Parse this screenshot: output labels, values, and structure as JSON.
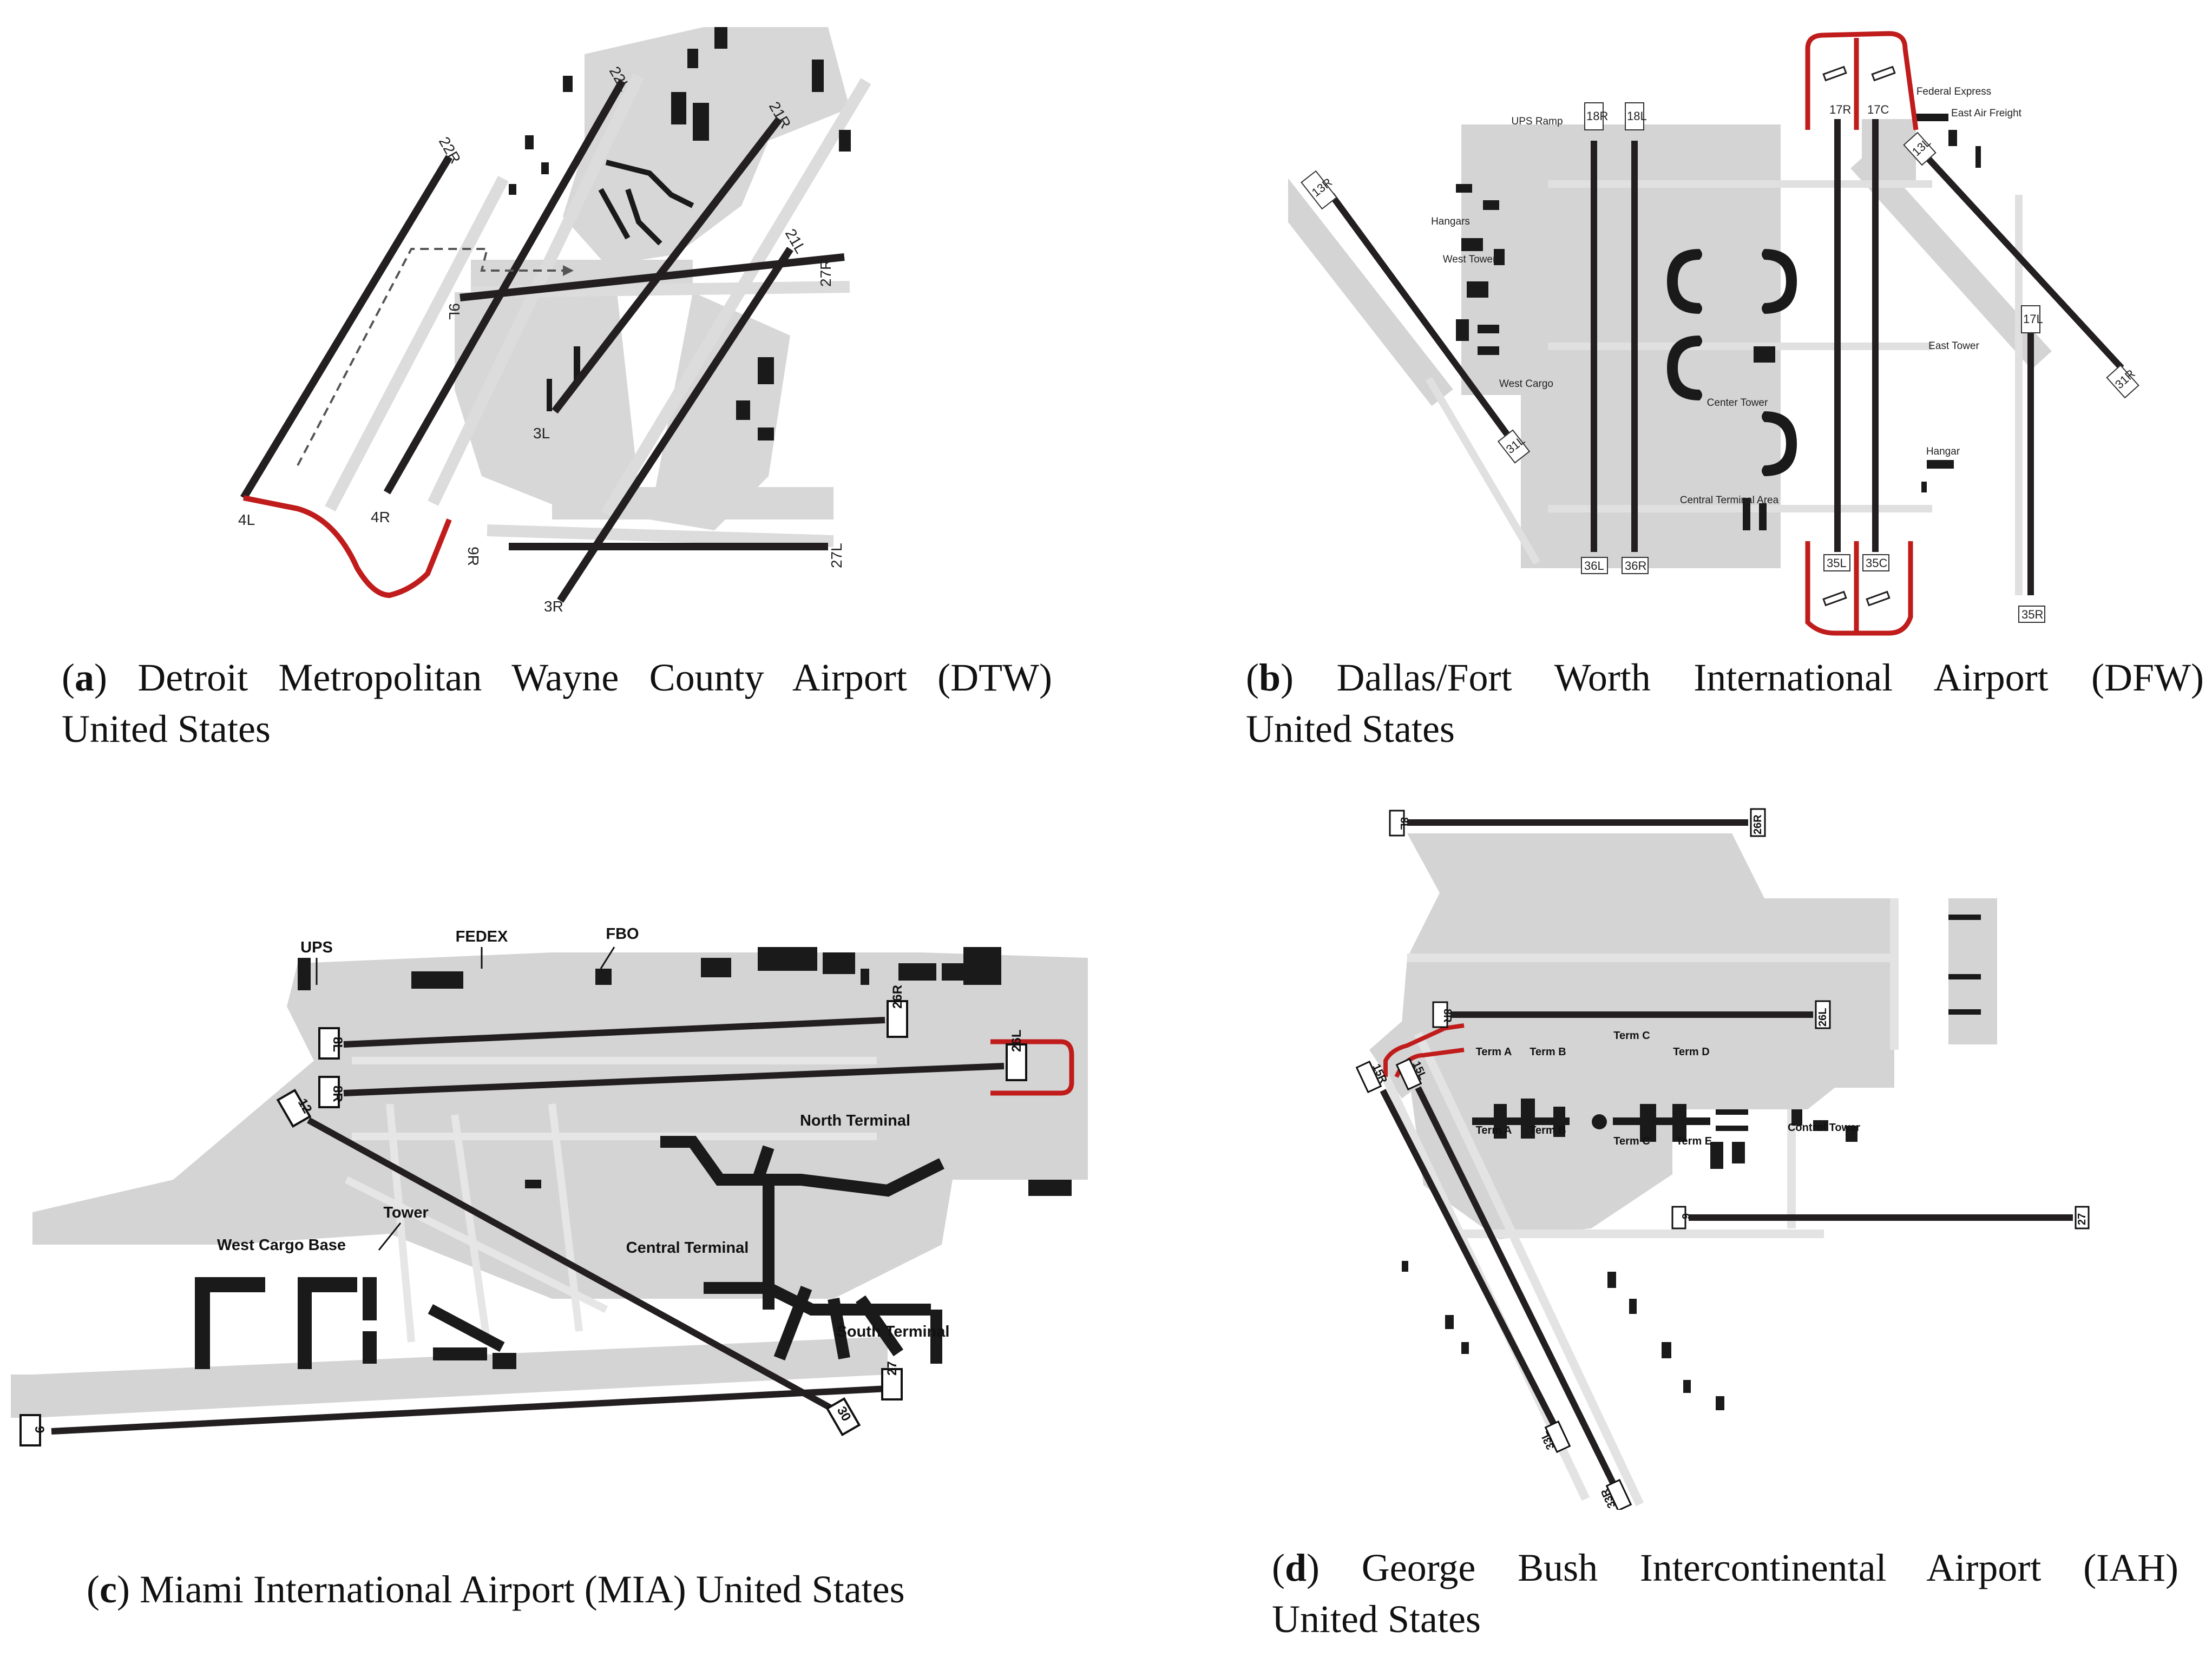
{
  "panels": [
    {
      "letter": "a",
      "caption_line1": "Detroit Metropolitan Wayne County Airport (DTW)",
      "caption_line2": "United States",
      "runway_labels": [
        "22L",
        "22R",
        "21R",
        "21L",
        "27R",
        "9L",
        "3L",
        "4L",
        "4R",
        "9R",
        "27L",
        "3R"
      ],
      "facility_labels": []
    },
    {
      "letter": "b",
      "caption_line1": "Dallas/Fort Worth International Airport (DFW)",
      "caption_line2": "United States",
      "runway_labels": [
        "13R",
        "18R",
        "18L",
        "17R",
        "17C",
        "13L",
        "17L",
        "31R",
        "31L",
        "36L",
        "36R",
        "35L",
        "35C",
        "35R"
      ],
      "facility_labels": [
        "UPS Ramp",
        "Hangars",
        "West Tower",
        "West Cargo",
        "Center Tower",
        "Central Terminal Area",
        "Federal Express",
        "East Air Freight",
        "East Tower",
        "Hangar"
      ]
    },
    {
      "letter": "c",
      "caption_line1": "Miami International Airport (MIA) United States",
      "caption_line2": "",
      "runway_labels": [
        "8L",
        "26R",
        "8R",
        "26L",
        "12",
        "30",
        "9",
        "27"
      ],
      "facility_labels": [
        "UPS",
        "FEDEX",
        "FBO",
        "North Terminal",
        "Central Terminal",
        "South Terminal",
        "Tower",
        "West Cargo Base"
      ]
    },
    {
      "letter": "d",
      "caption_line1": "George Bush Intercontinental Airport (IAH)",
      "caption_line2": "United States",
      "runway_labels": [
        "8L",
        "26R",
        "8R",
        "26L",
        "15R",
        "15L",
        "6",
        "27",
        "33L",
        "33R"
      ],
      "facility_labels": [
        "Term A",
        "Term B",
        "Term C",
        "Term D",
        "Term A",
        "Term B",
        "Term C",
        "Term E",
        "Control Tower"
      ]
    }
  ],
  "colors": {
    "runway": "#231f20",
    "apron": "#d4d4d4",
    "taxiway": "#e2e2e2",
    "building": "#1a1a1a",
    "highlight": "#c01c1c"
  }
}
